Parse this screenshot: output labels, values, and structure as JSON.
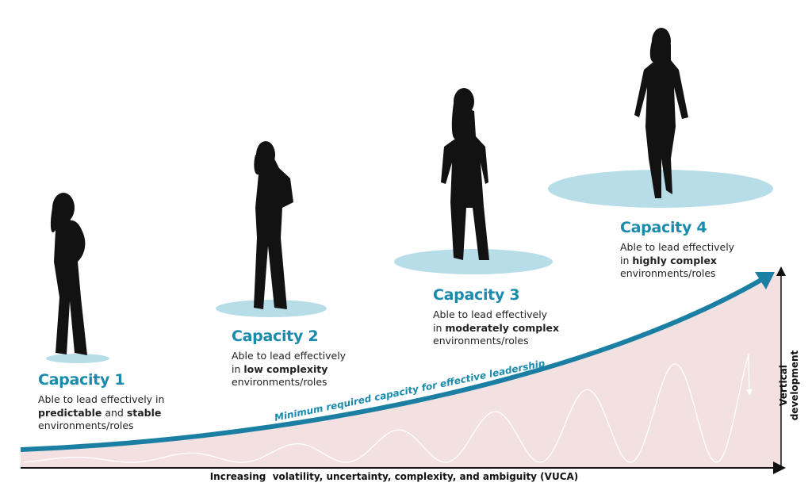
{
  "colors": {
    "accent": "#1b8bad",
    "curve": "#1a7fa3",
    "platform": "#b7dde9",
    "area": "#f3e1e1",
    "silhouette": "#121212"
  },
  "capacities": [
    {
      "title": "Capacity 1",
      "line1": "Able to lead effectively in",
      "bold1": "predictable",
      "mid": " and ",
      "bold2": "stable",
      "line3": "environments/roles"
    },
    {
      "title": "Capacity 2",
      "line1": "Able to lead effectively",
      "pre": "in ",
      "bold1": "low complexity",
      "line3": "environments/roles"
    },
    {
      "title": "Capacity 3",
      "line1": "Able to lead effectively",
      "pre": "in ",
      "bold1": "moderately complex",
      "line3": "environments/roles"
    },
    {
      "title": "Capacity 4",
      "line1": "Able to lead effectively",
      "pre": "in ",
      "bold1": "highly complex",
      "line3": "environments/roles"
    }
  ],
  "curve_label": "Minimum required capacity for effective leadership",
  "x_axis_label": "Increasing  volatility, uncertainty, complexity, and ambiguity (VUCA)",
  "y_axis_label": "Vertical development"
}
